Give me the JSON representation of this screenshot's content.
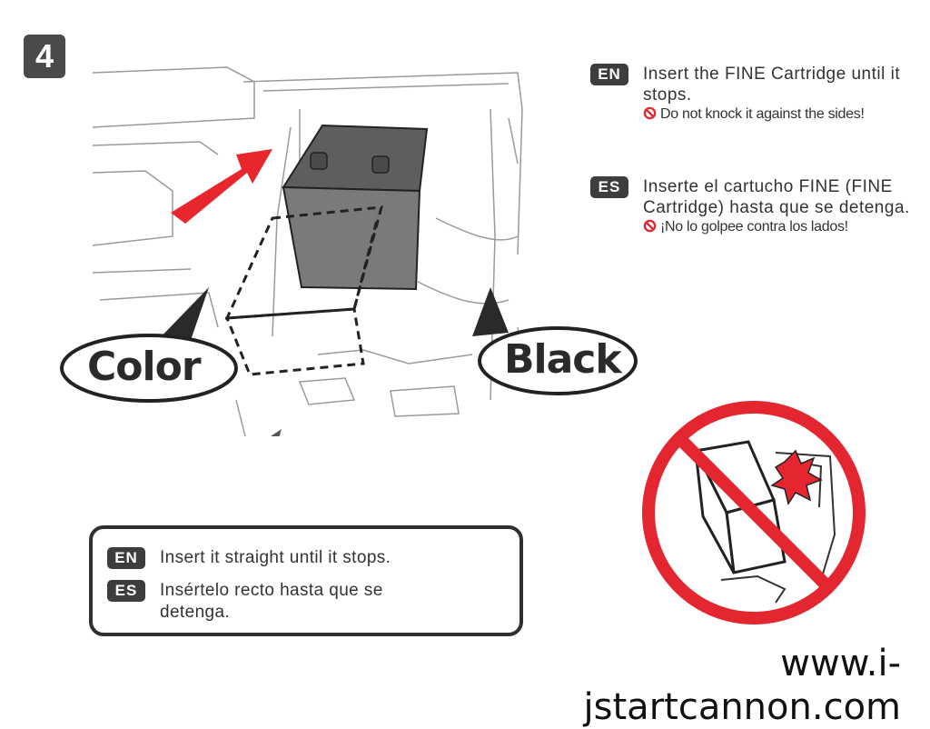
{
  "step": {
    "number": "4"
  },
  "callouts": {
    "color": "Color",
    "black": "Black"
  },
  "instructions": {
    "en": {
      "badge": "EN",
      "main": "Insert the FINE Cartridge until it stops.",
      "warning": "Do not knock it against the sides!"
    },
    "es": {
      "badge": "ES",
      "main": "Inserte el cartucho FINE (FINE Cartridge) hasta que se detenga.",
      "warning": "¡No lo golpee contra los lados!"
    }
  },
  "box": {
    "en": {
      "badge": "EN",
      "text": "Insert it straight until it stops."
    },
    "es": {
      "badge": "ES",
      "text": "Insértelo recto hasta que se detenga."
    }
  },
  "footer": {
    "url": "www.i-jstartcannon.com"
  },
  "colors": {
    "arrow_red": "#e8262d",
    "prohibit_red": "#e3262f",
    "badge_dark": "#3d3d3d"
  }
}
